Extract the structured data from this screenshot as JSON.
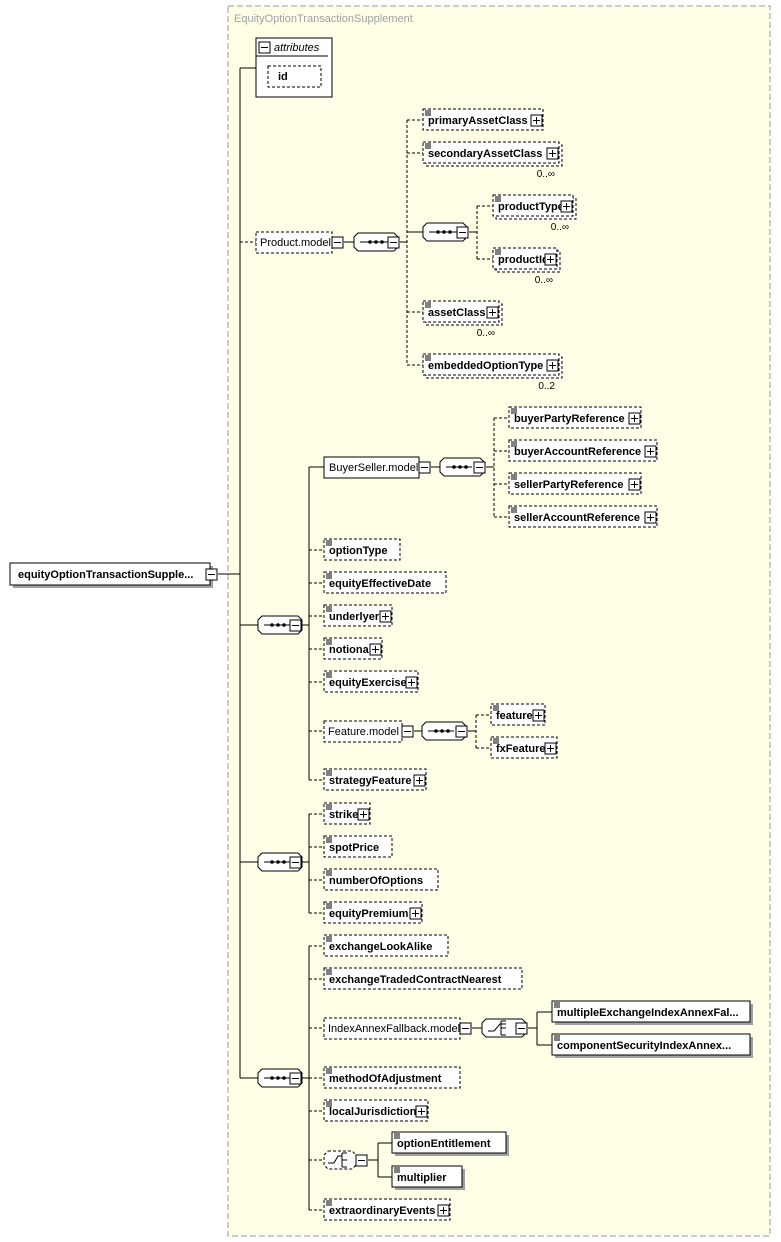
{
  "group": {
    "title": "EquityOptionTransactionSupplement"
  },
  "root": {
    "label": "equityOptionTransactionSupple..."
  },
  "attributes": {
    "title": "attributes",
    "items": [
      "id"
    ]
  },
  "product_model": {
    "label": "Product.model",
    "elements": {
      "primary_asset_class": "primaryAssetClass",
      "secondary_asset_class": "secondaryAssetClass",
      "secondary_asset_class_occ": "0..∞",
      "product_type": "productType",
      "product_type_occ": "0..∞",
      "product_id": "productId",
      "product_id_occ": "0..∞",
      "asset_class": "assetClass",
      "asset_class_occ": "0..∞",
      "embedded_option_type": "embeddedOptionType",
      "embedded_option_type_occ": "0..2"
    }
  },
  "buyer_seller_model": {
    "label": "BuyerSeller.model",
    "elements": {
      "buyer_party_reference": "buyerPartyReference",
      "buyer_account_reference": "buyerAccountReference",
      "seller_party_reference": "sellerPartyReference",
      "seller_account_reference": "sellerAccountReference"
    }
  },
  "seq2": {
    "option_type": "optionType",
    "equity_effective_date": "equityEffectiveDate",
    "underlyer": "underlyer",
    "notional": "notional",
    "equity_exercise": "equityExercise",
    "feature_model": "Feature.model",
    "feature": "feature",
    "fx_feature": "fxFeature",
    "strategy_feature": "strategyFeature"
  },
  "seq3": {
    "strike": "strike",
    "spot_price": "spotPrice",
    "number_of_options": "numberOfOptions",
    "equity_premium": "equityPremium"
  },
  "seq4": {
    "exchange_look_alike": "exchangeLookAlike",
    "exchange_traded_contract_nearest": "exchangeTradedContractNearest",
    "index_annex_fallback_model": "IndexAnnexFallback.model",
    "multiple_exchange": "multipleExchangeIndexAnnexFal...",
    "component_security": "componentSecurityIndexAnnex...",
    "method_of_adjustment": "methodOfAdjustment",
    "local_jurisdiction": "localJurisdiction",
    "option_entitlement": "optionEntitlement",
    "multiplier": "multiplier",
    "extraordinary_events": "extraordinaryEvents"
  }
}
